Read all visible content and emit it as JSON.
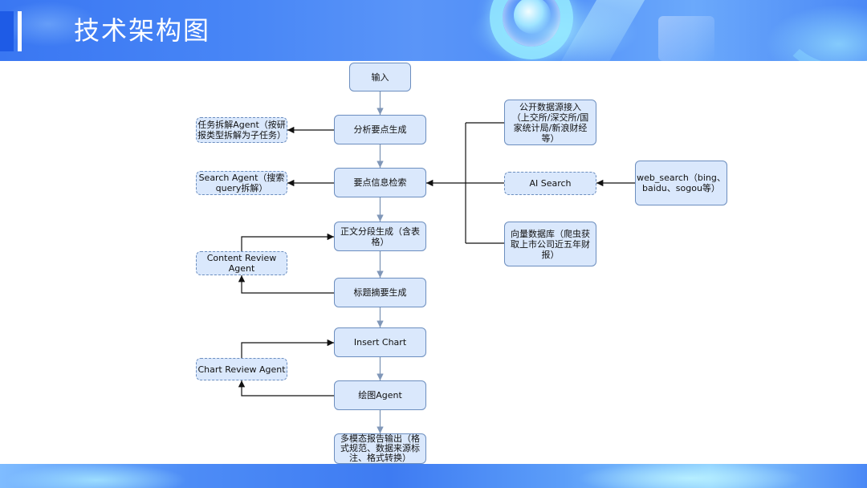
{
  "header": {
    "title": "技术架构图"
  },
  "flow": {
    "main_steps": [
      {
        "lines": [
          "输入"
        ]
      },
      {
        "lines": [
          "分析要点生成"
        ]
      },
      {
        "lines": [
          "要点信息检索"
        ]
      },
      {
        "lines": [
          "正文分段生成（含表",
          "格）"
        ]
      },
      {
        "lines": [
          "标题摘要生成"
        ]
      },
      {
        "lines": [
          "Insert Chart"
        ]
      },
      {
        "lines": [
          "绘图Agent"
        ]
      },
      {
        "lines": [
          "多模态报告输出（格",
          "式规范、数据来源标",
          "注、格式转换）"
        ]
      }
    ],
    "agents": [
      {
        "lines": [
          "任务拆解Agent（按研",
          "报类型拆解为子任务）"
        ]
      },
      {
        "lines": [
          "Search Agent（搜索",
          "query拆解）"
        ]
      },
      {
        "lines": [
          "Content Review",
          "Agent"
        ]
      },
      {
        "lines": [
          "Chart Review Agent"
        ]
      }
    ],
    "sources": [
      {
        "lines": [
          "公开数据源接入",
          "（上交所/深交所/国",
          "家统计局/新浪财经",
          "等）"
        ]
      },
      {
        "lines": [
          "AI Search"
        ]
      },
      {
        "lines": [
          "向量数据库（爬虫获",
          "取上市公司近五年财",
          "报）"
        ]
      },
      {
        "lines": [
          "web_search（bing、",
          "baidu、sogou等）"
        ]
      }
    ]
  },
  "colors": {
    "box_fill": "#dae8fc",
    "box_stroke": "#6c8ebf",
    "flow_arrow": "#8097b8",
    "side_arrow": "#111111",
    "title_text": "#ffffff"
  }
}
